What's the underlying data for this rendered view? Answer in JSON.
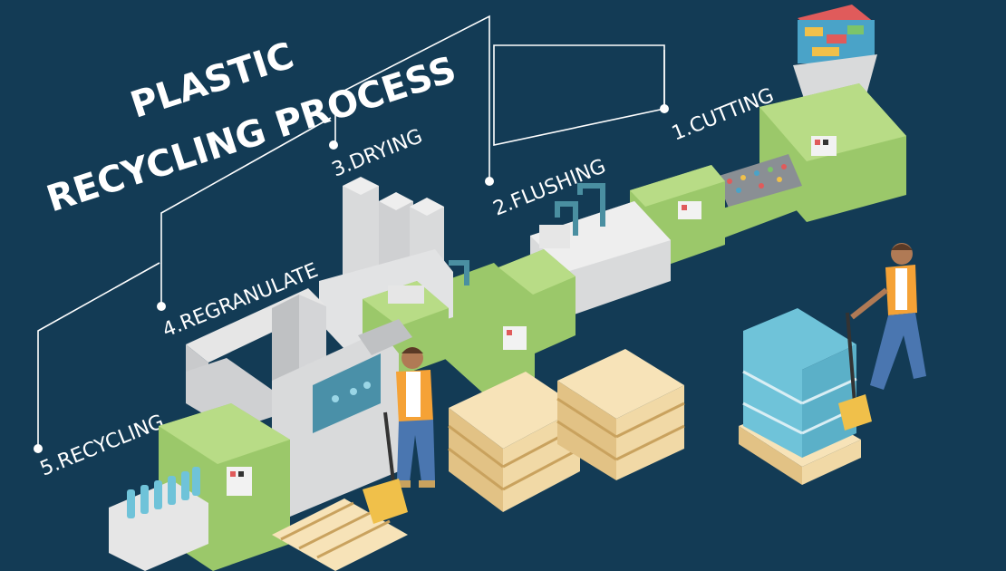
{
  "title": {
    "line1": "PLASTIC",
    "line2": "RECYCLING PROCESS"
  },
  "steps": [
    {
      "label": "1.CUTTING"
    },
    {
      "label": "2.FLUSHING"
    },
    {
      "label": "3.DRYING"
    },
    {
      "label": "4.REGRANULATE"
    },
    {
      "label": "5.RECYCLING"
    }
  ],
  "colors": {
    "background": "#133b55",
    "machine_green": "#9bc86a",
    "machine_grey": "#d9dadb",
    "pallet_wood": "#f1d9a6",
    "worker_vest": "#f5a236",
    "bottle_blue": "#6fc3d9",
    "text": "#ffffff"
  },
  "icons": [
    "recycling-machine-icon",
    "pallet-jack-icon",
    "worker-icon",
    "bottle-pallet-icon"
  ]
}
